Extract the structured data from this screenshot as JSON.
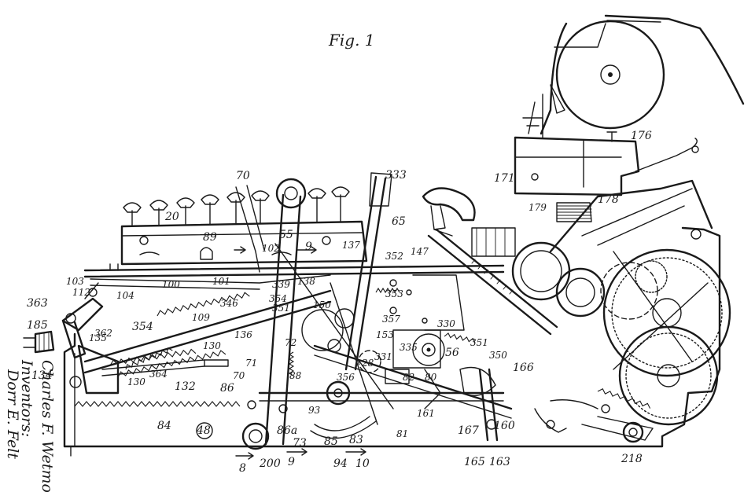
{
  "figure": {
    "title": "Fig. 1"
  },
  "inventors": {
    "heading": "Inventors:",
    "names": [
      "Charles F. Wetmore",
      "Dorr E. Felt"
    ]
  },
  "reference_numerals": {
    "n70a": "70",
    "n333": "333",
    "n171": "171",
    "n176": "176",
    "n178": "178",
    "n179": "179",
    "n20": "20",
    "n89": "89",
    "n55": "55",
    "n65": "65",
    "n102": "102",
    "n9a": "9",
    "n137": "137",
    "n352": "352",
    "n147": "147",
    "n103": "103",
    "n112": "112",
    "n104": "104",
    "n100": "100",
    "n101": "101",
    "n339": "339",
    "n138": "138",
    "n353": "353",
    "n363": "363",
    "n346": "346",
    "n109": "109",
    "n354a": "354",
    "n351": "351",
    "n150": "150",
    "n357": "357",
    "n185": "185",
    "n354b": "354",
    "n362": "362",
    "n135": "135",
    "n136": "136",
    "n330": "330",
    "n335": "335",
    "n56": "56",
    "n351b": "351",
    "n130a": "130",
    "n153": "153",
    "n134": "134",
    "n130b": "130",
    "n364": "364",
    "n71": "71",
    "n72": "72",
    "n28": "28",
    "n331": "331",
    "n350": "350",
    "n166": "166",
    "n132": "132",
    "n70b": "70",
    "n88": "88",
    "n356": "356",
    "n82": "82",
    "n80": "80",
    "n86": "86",
    "n84": "84",
    "n48": "48",
    "n86a": "86a",
    "n73": "73",
    "n93": "93",
    "n85": "85",
    "n83": "83",
    "n81": "81",
    "n161": "161",
    "n167": "167",
    "n160": "160",
    "n200": "200",
    "n94": "94",
    "n165": "165",
    "n163": "163",
    "n218": "218",
    "n8": "8",
    "n9b": "9",
    "n10": "10"
  }
}
